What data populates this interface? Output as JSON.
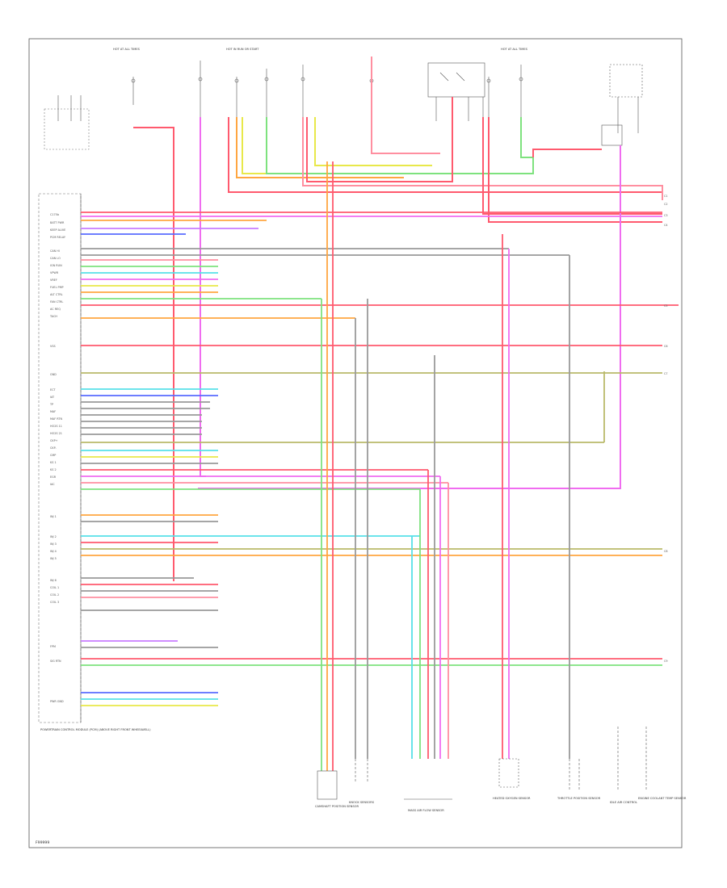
{
  "diagram": {
    "frame_label": "F99999",
    "colors": {
      "red": "#ff5a6e",
      "pink": "#ff8fa0",
      "orange": "#ffa640",
      "yellow": "#e8e84a",
      "green": "#7ee27e",
      "magenta": "#f06cf0",
      "violet": "#c87cff",
      "cyan": "#57e0e8",
      "blue": "#5a6cff",
      "olive": "#b9b96a",
      "gray": "#9a9a9a",
      "black": "#333333"
    },
    "top_labels": [
      "HOT AT ALL TIMES",
      "HOT IN RUN OR START",
      "HOT AT ALL TIMES"
    ],
    "module_label": "POWERTRAIN CONTROL MODULE (PCM) (ABOVE RIGHT FRONT WHEELWELL)",
    "left_pins": [
      "C175b",
      "BATT PWR",
      "KEEP ALIVE",
      "PCM RELAY",
      "CAN HI",
      "CAN LO",
      "IGN RUN",
      "VPWR",
      "VREF",
      "FUEL PMP",
      "ALT CTRL",
      "FAN CTRL",
      "AC REQ",
      "TACH",
      "VSS",
      "GND",
      "ECT",
      "IAT",
      "TP",
      "MAF",
      "MAF RTN",
      "HO2S 11",
      "HO2S 21",
      "CKP+",
      "CKP-",
      "CMP",
      "KS 1",
      "KS 2",
      "EGR",
      "IAC",
      "INJ 1",
      "INJ 2",
      "INJ 3",
      "INJ 4",
      "INJ 5",
      "INJ 6",
      "COIL 1",
      "COIL 2",
      "COIL 3",
      "FPM",
      "SIG RTN",
      "PWR GND"
    ],
    "right_connectors": [
      "C1",
      "C2",
      "C3",
      "C4",
      "C5",
      "C6",
      "C7",
      "C8",
      "C9"
    ],
    "bottom_components": [
      "CAMSHAFT POSITION SENSOR",
      "KNOCK SENSORS",
      "MASS AIR FLOW SENSOR",
      "HEATED OXYGEN SENSOR",
      "THROTTLE POSITION SENSOR",
      "IDLE AIR CONTROL",
      "ENGINE COOLANT TEMP SENSOR"
    ]
  }
}
